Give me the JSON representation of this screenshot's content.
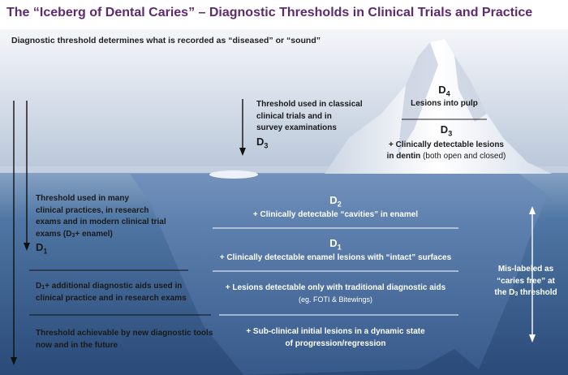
{
  "title": "The “Iceberg of Dental Caries” – Diagnostic Thresholds in Clinical Trials and Practice",
  "subtitle": "Diagnostic threshold determines what is recorded as “diseased” or “sound”",
  "levels": {
    "d4": {
      "label": "D",
      "sub": "4",
      "desc": "Lesions into pulp"
    },
    "d3": {
      "label": "D",
      "sub": "3",
      "desc_1": "+ Clinically detectable lesions",
      "desc_2_bold": "in dentin",
      "desc_2_rest": " (both open and closed)"
    },
    "d2": {
      "label": "D",
      "sub": "2",
      "desc": "+ Clinically detectable “cavities” in enamel"
    },
    "d1": {
      "label": "D",
      "sub": "1",
      "desc": "+ Clinically detectable enamel lesions with “intact” surfaces"
    },
    "aids": {
      "desc_1": "+ Lesions detectable only with traditional diagnostic aids",
      "desc_2": "(eg. FOTI & Bitewings)"
    },
    "subclinical": {
      "desc_1": "+ Sub-clinical initial lesions in a dynamic state",
      "desc_2": "of progression/regression"
    }
  },
  "thresholds": {
    "classical": {
      "line_1": "Threshold used in classical",
      "line_2": "clinical trials and in",
      "line_3": "survey examinations",
      "label": "D",
      "sub": "3"
    },
    "practice": {
      "line_1": "Threshold used in many",
      "line_2": "clinical practices, in research",
      "line_3": "exams and in modern clinical trial",
      "line_4": "exams (D",
      "line_4_sub": "3",
      "line_4_end": "+ enamel)",
      "label": "D",
      "sub": "1"
    },
    "aids": {
      "pre": "D",
      "sub": "1",
      "rest": "+ additional diagnostic aids used in",
      "line_2": "clinical practice and in research exams"
    },
    "new_tools": {
      "line_1": "Threshold achievable by new diagnostic tools",
      "line_2": "now and in the future"
    }
  },
  "mislabel": {
    "line_1": "Mis-labeled as",
    "line_2": "“caries free” at",
    "line_3_pre": "the D",
    "line_3_sub": "3",
    "line_3_end": " threshold"
  },
  "colors": {
    "title": "#5e2a6e",
    "water": "#3a5f8e",
    "ice": "#e9eef6"
  }
}
